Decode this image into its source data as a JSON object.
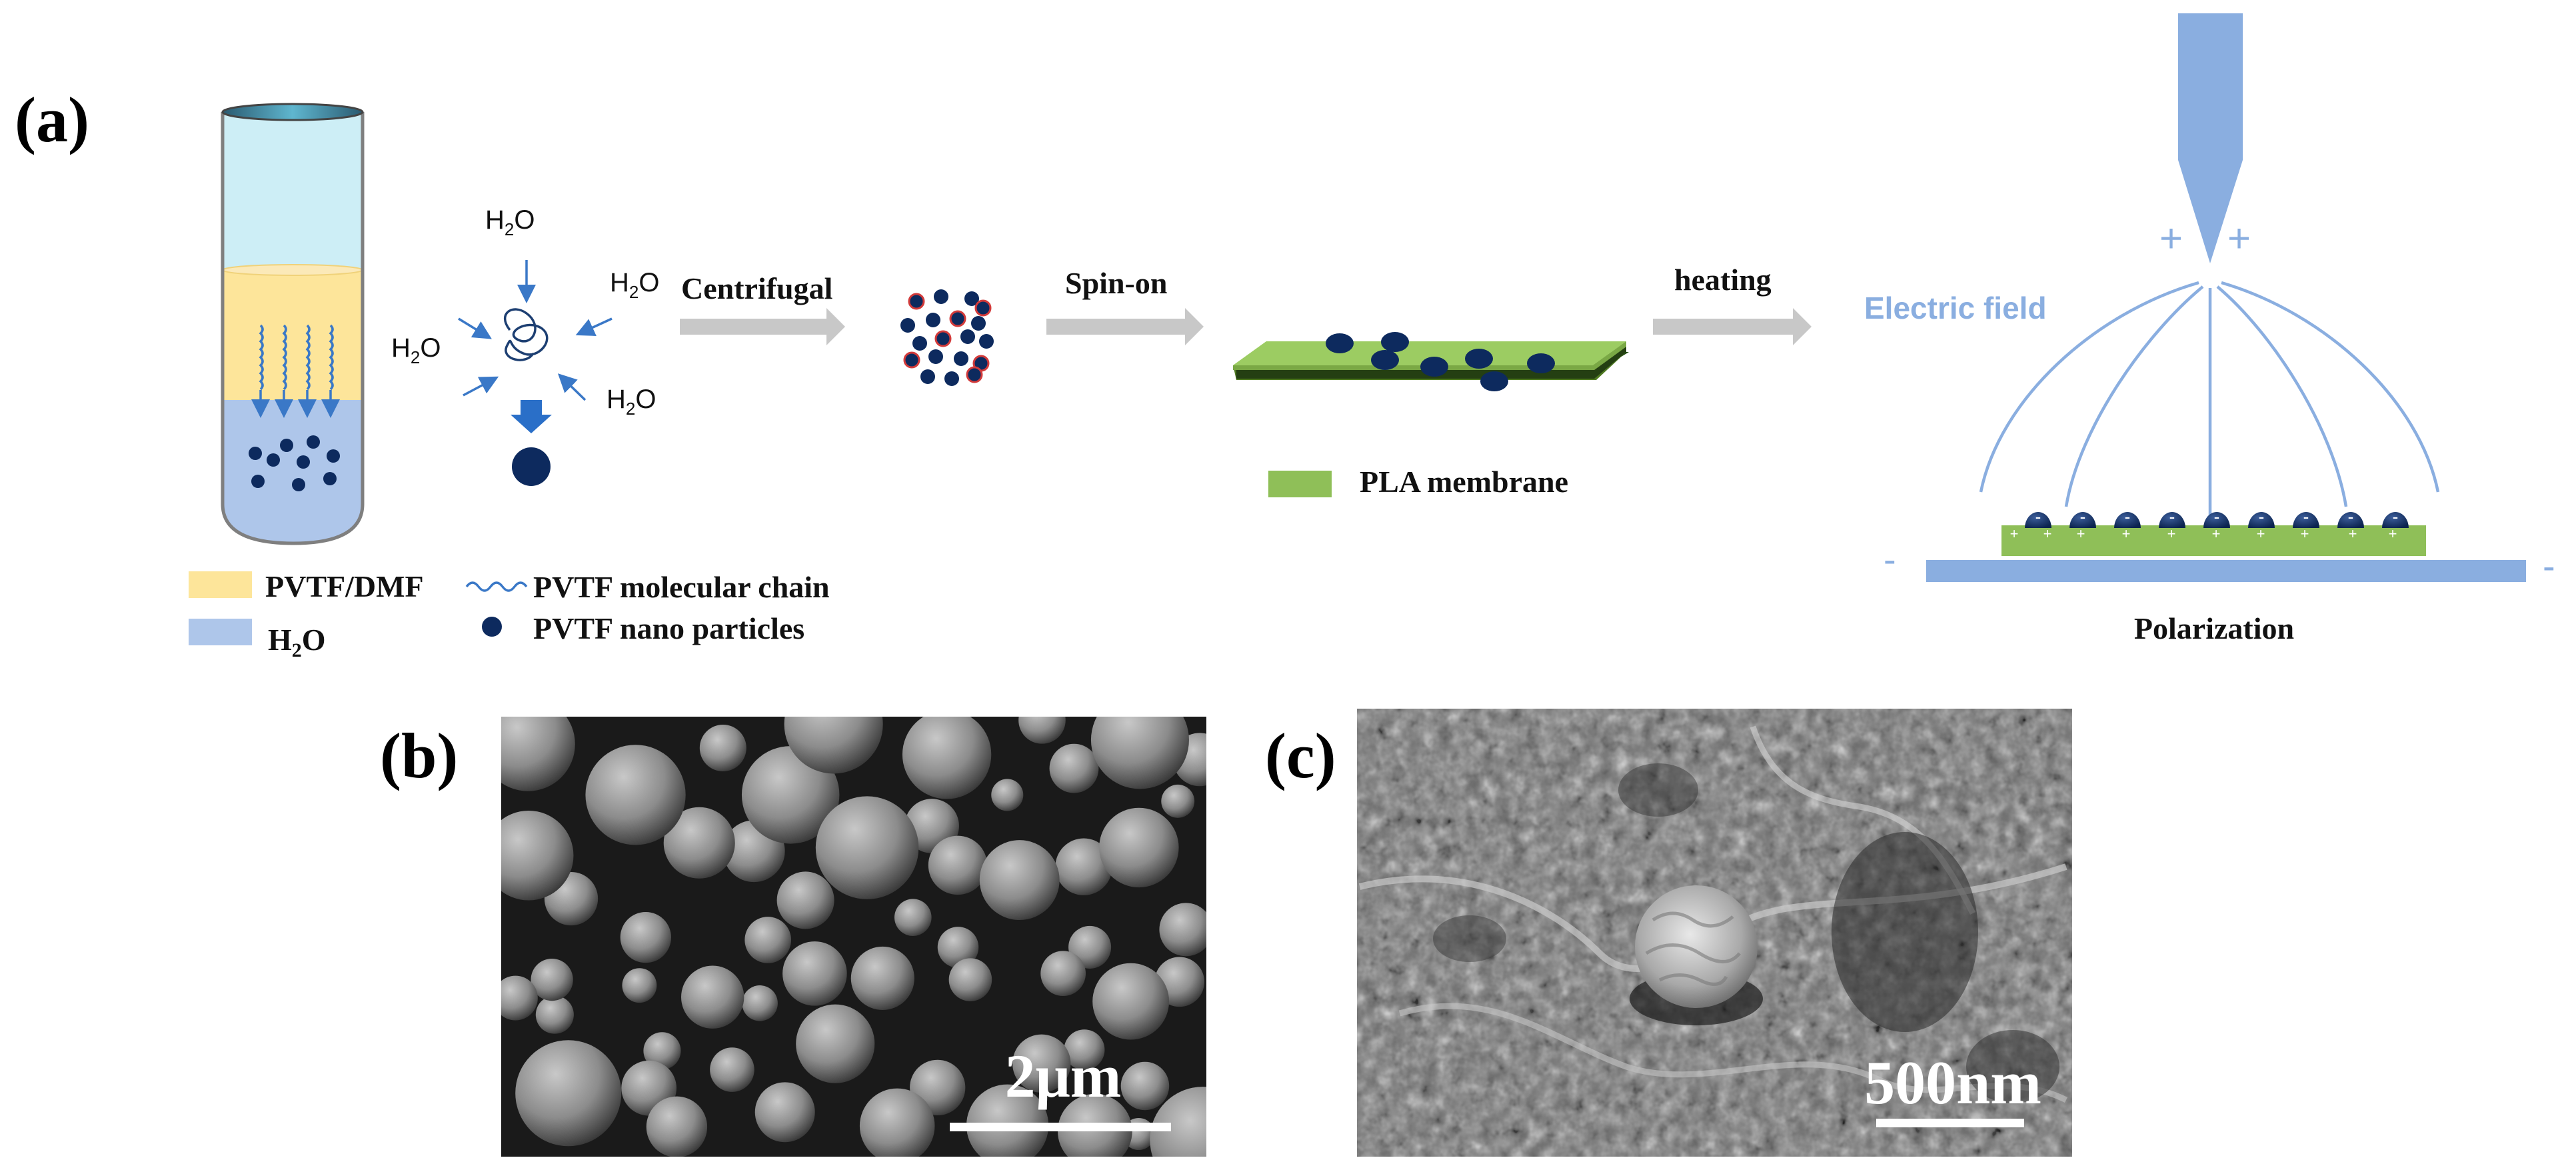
{
  "panel_labels": {
    "a": "(a)",
    "b": "(b)",
    "c": "(c)"
  },
  "steps": {
    "centrifugal": "Centrifugal",
    "spin_on": "Spin-on",
    "heating": "heating",
    "polarization": "Polarization",
    "electric_field": "Electric field"
  },
  "water": {
    "h": "H",
    "sub": "2",
    "o": "O"
  },
  "legend": {
    "pvtf_dmf": "PVTF/DMF",
    "h2o_h": "H",
    "h2o_sub": "2",
    "h2o_o": "O",
    "molecular_chain": "PVTF molecular chain",
    "nano_particles": "PVTF nano particles",
    "pla_membrane": "PLA membrane"
  },
  "charges": {
    "plus": "+",
    "minus": "-"
  },
  "scale_bars": {
    "b": "2μm",
    "c": "500nm"
  },
  "colors": {
    "navy": "#0d2a5e",
    "arrow_gray": "#c8c8c8",
    "field_blue": "#8aaee0",
    "pla_green": "#8fbf58",
    "dmf_yellow": "#fde59a",
    "water_blue": "#aec6ea",
    "top_cyan": "#cdeef6"
  }
}
